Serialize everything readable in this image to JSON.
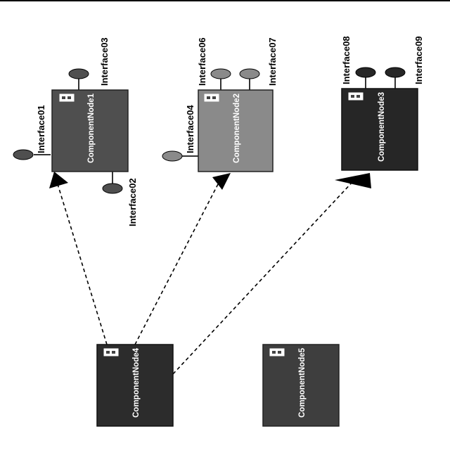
{
  "diagram": {
    "nodes": {
      "n1": {
        "label": "ComponentNode1",
        "color": "#4f4f4f"
      },
      "n2": {
        "label": "ComponentNode2",
        "color": "#8a8a8a"
      },
      "n3": {
        "label": "ComponentNode3",
        "color": "#262626"
      },
      "n4": {
        "label": "ComponentNode4",
        "color": "#2c2c2c"
      },
      "n5": {
        "label": "ComponentNode5",
        "color": "#3e3e3e"
      }
    },
    "interfaces": {
      "i01": "Interface01",
      "i02": "Interface02",
      "i03": "Interface03",
      "i04": "Interface04",
      "i06": "Interface06",
      "i07": "Interface07",
      "i08": "Interface08",
      "i09": "Interface09"
    },
    "edges": [
      {
        "from": "ComponentNode4",
        "to": "ComponentNode1",
        "style": "dashed"
      },
      {
        "from": "ComponentNode4",
        "to": "ComponentNode2",
        "style": "dashed"
      },
      {
        "from": "ComponentNode4",
        "to": "ComponentNode3",
        "style": "dashed"
      }
    ],
    "component_icon": "component-icon"
  }
}
